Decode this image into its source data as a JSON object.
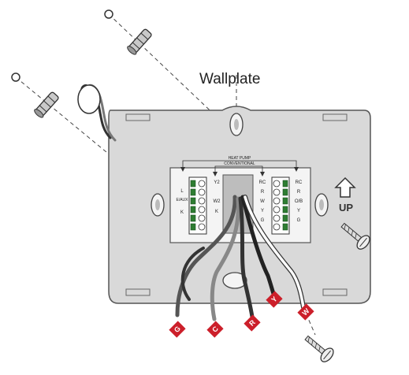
{
  "title": "Wallplate",
  "up_label": "UP",
  "heat_pump_label": "HEAT PUMP",
  "conventional_label": "CONVENTIONAL",
  "left_terminals": [
    "L",
    "E/AUX",
    "K"
  ],
  "mid_terminals": [
    "Y2",
    "W2",
    "K"
  ],
  "right_terminals_a": [
    "RC",
    "R",
    "W",
    "Y",
    "G"
  ],
  "right_terminals_b": [
    "RC",
    "R",
    "O/B",
    "Y",
    "G"
  ],
  "wire_tags": [
    "G",
    "C",
    "R",
    "Y",
    "W"
  ],
  "colors": {
    "plate": "#d9d9d9",
    "plate_edge": "#555555",
    "tag_red": "#cc1f2a",
    "terminal_green": "#2e7d32",
    "wire_dark": "#3a3a3a",
    "wire_gray": "#7a7a7a"
  }
}
